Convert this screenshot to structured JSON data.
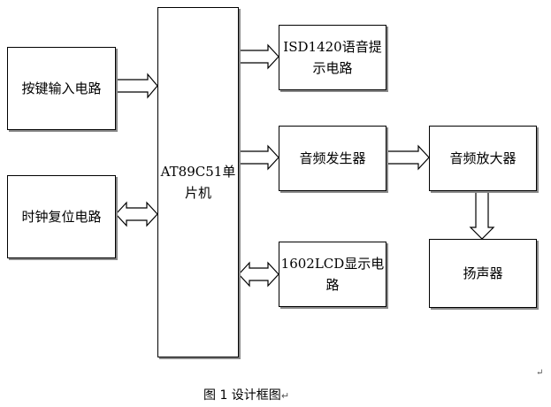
{
  "blocks": {
    "key_input": "按键输入电路",
    "clock_reset": "时钟复位电路",
    "mcu": "AT89C51单\n片机",
    "voice": "ISD1420语音提\n示电路",
    "tone_gen": "音频发生器",
    "lcd": "1602LCD显示电\n路",
    "amplifier": "音频放大器",
    "speaker": "扬声器"
  },
  "caption": {
    "text": "图 1  设计框图",
    "mark": "↵"
  },
  "corner_mark": "↵",
  "colors": {
    "box_shadow": "#8a8a8a",
    "line": "#000000"
  }
}
